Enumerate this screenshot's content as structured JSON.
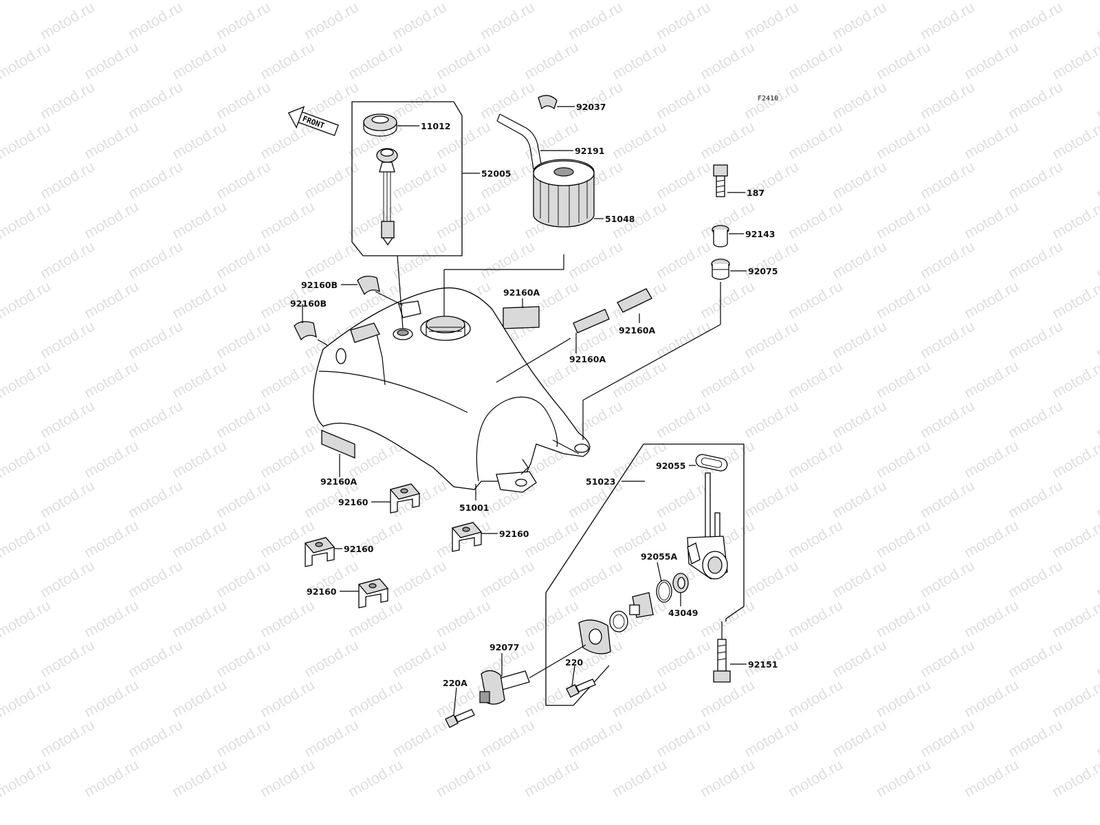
{
  "watermark": {
    "text": "motod.ru"
  },
  "figure_code": "F2410",
  "front_arrow": {
    "label": "FRONT"
  },
  "parts": [
    {
      "id": "p11012",
      "label": "11012"
    },
    {
      "id": "p52005",
      "label": "52005"
    },
    {
      "id": "p92037",
      "label": "92037"
    },
    {
      "id": "p92191",
      "label": "92191"
    },
    {
      "id": "p51048",
      "label": "51048"
    },
    {
      "id": "p187",
      "label": "187"
    },
    {
      "id": "p92143",
      "label": "92143"
    },
    {
      "id": "p92075",
      "label": "92075"
    },
    {
      "id": "p92160B_1",
      "label": "92160B"
    },
    {
      "id": "p92160B_2",
      "label": "92160B"
    },
    {
      "id": "p92160A_1",
      "label": "92160A"
    },
    {
      "id": "p92160A_2",
      "label": "92160A"
    },
    {
      "id": "p92160A_3",
      "label": "92160A"
    },
    {
      "id": "p92160A_4",
      "label": "92160A"
    },
    {
      "id": "p51001",
      "label": "51001"
    },
    {
      "id": "p92160_1",
      "label": "92160"
    },
    {
      "id": "p92160_2",
      "label": "92160"
    },
    {
      "id": "p92160_3",
      "label": "92160"
    },
    {
      "id": "p92160_4",
      "label": "92160"
    },
    {
      "id": "p51023",
      "label": "51023"
    },
    {
      "id": "p92055",
      "label": "92055"
    },
    {
      "id": "p92055A",
      "label": "92055A"
    },
    {
      "id": "p43049",
      "label": "43049"
    },
    {
      "id": "p92077",
      "label": "92077"
    },
    {
      "id": "p220",
      "label": "220"
    },
    {
      "id": "p220A",
      "label": "220A"
    },
    {
      "id": "p92151",
      "label": "92151"
    }
  ]
}
